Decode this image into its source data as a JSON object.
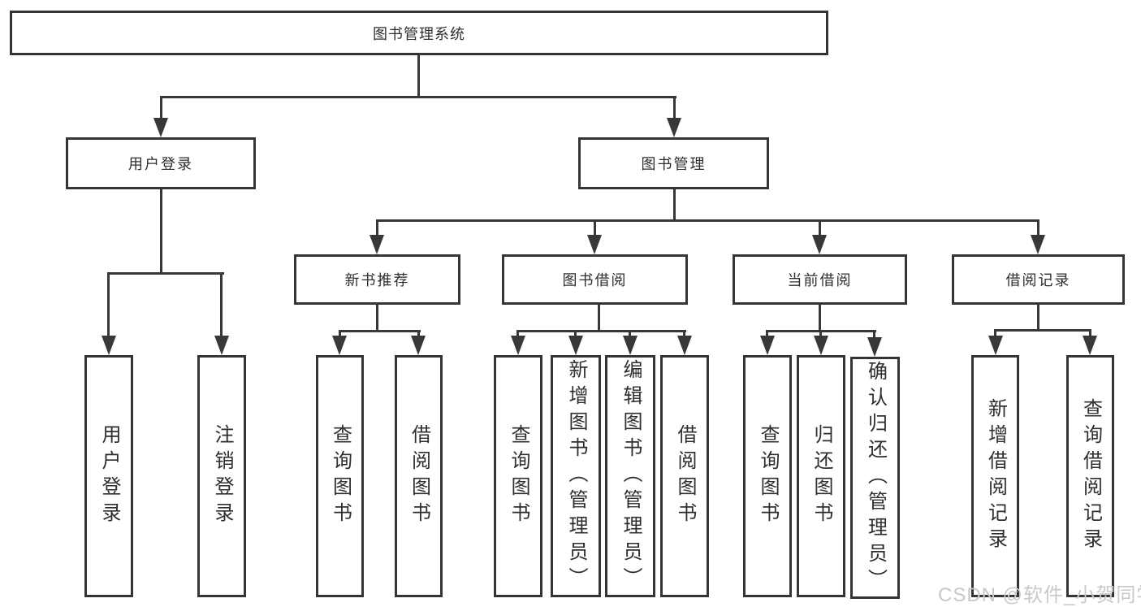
{
  "diagram": {
    "root": {
      "label": "图书管理系统"
    },
    "branches": [
      {
        "label": "用户登录",
        "children": [
          {
            "label": "用户登录"
          },
          {
            "label": "注销登录"
          }
        ]
      },
      {
        "label": "图书管理",
        "children": [
          {
            "label": "新书推荐",
            "children": [
              {
                "label": "查询图书"
              },
              {
                "label": "借阅图书"
              }
            ]
          },
          {
            "label": "图书借阅",
            "children": [
              {
                "label": "查询图书"
              },
              {
                "label": "新增图书（管理员）"
              },
              {
                "label": "编辑图书（管理员）"
              },
              {
                "label": "借阅图书"
              }
            ]
          },
          {
            "label": "当前借阅",
            "children": [
              {
                "label": "查询图书"
              },
              {
                "label": "归还图书"
              },
              {
                "label": "确认归还（管理员）"
              }
            ]
          },
          {
            "label": "借阅记录",
            "children": [
              {
                "label": "新增借阅记录"
              },
              {
                "label": "查询借阅记录"
              }
            ]
          }
        ]
      }
    ]
  },
  "watermark": {
    "text": "CSDN @软件_小贺同学"
  },
  "colors": {
    "line": "#383838",
    "border": "#353535",
    "text": "#2e2e2e",
    "watermark": "#c9c9c9",
    "background": "#ffffff"
  }
}
